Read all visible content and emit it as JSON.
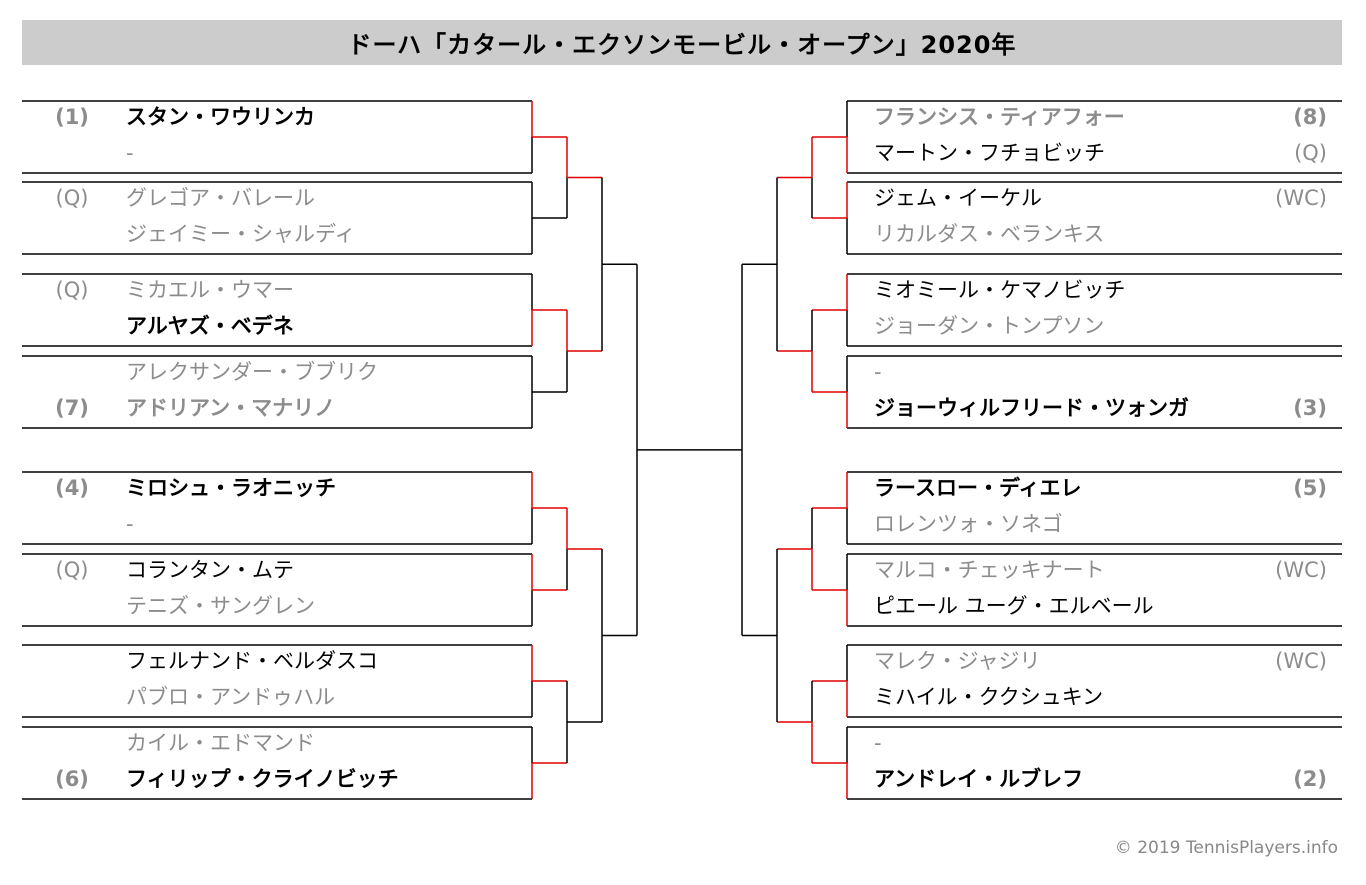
{
  "title": "ドーハ「カタール・エクソンモービル・オープン」2020年",
  "footer": "© 2019 TennisPlayers.info",
  "colors": {
    "winner_line": "#e00000",
    "bracket_line": "#000000",
    "loser_text": "#8c8c8c",
    "title_bg": "#cccccc"
  },
  "left": [
    {
      "top": {
        "seed": "(1)",
        "name": "スタン・ワウリンカ",
        "winner": true,
        "bold": true
      },
      "bottom": {
        "seed": "",
        "name": "-",
        "winner": false,
        "bold": false
      }
    },
    {
      "top": {
        "seed": "(Q)",
        "name": "グレゴア・バレール",
        "winner": false,
        "bold": false
      },
      "bottom": {
        "seed": "",
        "name": "ジェイミー・シャルディ",
        "winner": false,
        "bold": false
      }
    },
    {
      "top": {
        "seed": "(Q)",
        "name": "ミカエル・ウマー",
        "winner": false,
        "bold": false
      },
      "bottom": {
        "seed": "",
        "name": "アルヤズ・ベデネ",
        "winner": true,
        "bold": true
      }
    },
    {
      "top": {
        "seed": "",
        "name": "アレクサンダー・ブブリク",
        "winner": false,
        "bold": false
      },
      "bottom": {
        "seed": "(7)",
        "name": "アドリアン・マナリノ",
        "winner": false,
        "bold": true
      }
    },
    {
      "top": {
        "seed": "(4)",
        "name": "ミロシュ・ラオニッチ",
        "winner": true,
        "bold": true
      },
      "bottom": {
        "seed": "",
        "name": "-",
        "winner": false,
        "bold": false
      }
    },
    {
      "top": {
        "seed": "(Q)",
        "name": "コランタン・ムテ",
        "winner": true,
        "bold": false
      },
      "bottom": {
        "seed": "",
        "name": "テニズ・サングレン",
        "winner": false,
        "bold": false
      }
    },
    {
      "top": {
        "seed": "",
        "name": "フェルナンド・ベルダスコ",
        "winner": true,
        "bold": false
      },
      "bottom": {
        "seed": "",
        "name": "パブロ・アンドゥハル",
        "winner": false,
        "bold": false
      }
    },
    {
      "top": {
        "seed": "",
        "name": "カイル・エドマンド",
        "winner": false,
        "bold": false
      },
      "bottom": {
        "seed": "(6)",
        "name": "フィリップ・クライノビッチ",
        "winner": true,
        "bold": true
      }
    }
  ],
  "right": [
    {
      "top": {
        "seed": "(8)",
        "name": "フランシス・ティアフォー",
        "winner": false,
        "bold": true
      },
      "bottom": {
        "seed": "(Q)",
        "name": "マートン・フチョビッチ",
        "winner": true,
        "bold": false
      }
    },
    {
      "top": {
        "seed": "(WC)",
        "name": "ジェム・イーケル",
        "winner": true,
        "bold": false
      },
      "bottom": {
        "seed": "",
        "name": "リカルダス・ベランキス",
        "winner": false,
        "bold": false
      }
    },
    {
      "top": {
        "seed": "",
        "name": "ミオミール・ケマノビッチ",
        "winner": true,
        "bold": false
      },
      "bottom": {
        "seed": "",
        "name": "ジョーダン・トンプソン",
        "winner": false,
        "bold": false
      }
    },
    {
      "top": {
        "seed": "",
        "name": "-",
        "winner": false,
        "bold": false
      },
      "bottom": {
        "seed": "(3)",
        "name": "ジョーウィルフリード・ツォンガ",
        "winner": true,
        "bold": true
      }
    },
    {
      "top": {
        "seed": "(5)",
        "name": "ラースロー・ディエレ",
        "winner": true,
        "bold": true
      },
      "bottom": {
        "seed": "",
        "name": "ロレンツォ・ソネゴ",
        "winner": false,
        "bold": false
      }
    },
    {
      "top": {
        "seed": "(WC)",
        "name": "マルコ・チェッキナート",
        "winner": false,
        "bold": false
      },
      "bottom": {
        "seed": "",
        "name": "ピエール ユーグ・エルベール",
        "winner": true,
        "bold": false
      }
    },
    {
      "top": {
        "seed": "(WC)",
        "name": "マレク・ジャジリ",
        "winner": false,
        "bold": false
      },
      "bottom": {
        "seed": "",
        "name": "ミハイル・ククシュキン",
        "winner": true,
        "bold": false
      }
    },
    {
      "top": {
        "seed": "",
        "name": "-",
        "winner": false,
        "bold": false
      },
      "bottom": {
        "seed": "(2)",
        "name": "アンドレイ・ルブレフ",
        "winner": true,
        "bold": true
      }
    }
  ],
  "left_r2_winners": [
    "top",
    "top",
    "top",
    "none"
  ],
  "right_r2_winners": [
    "top",
    "bottom",
    "bottom",
    "bottom"
  ]
}
